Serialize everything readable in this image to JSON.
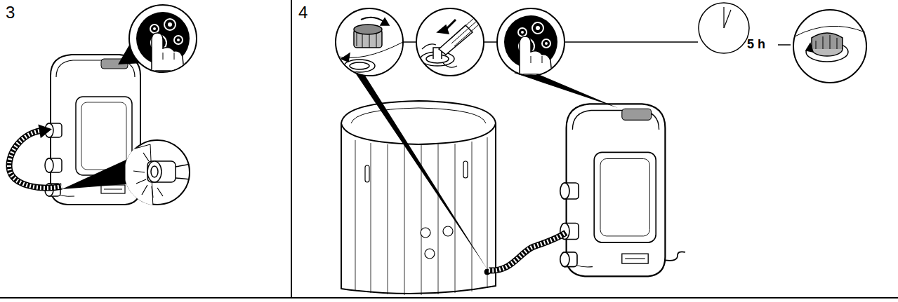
{
  "diagram": {
    "labels": [
      "3",
      "4",
      "5 h"
    ]
  }
}
